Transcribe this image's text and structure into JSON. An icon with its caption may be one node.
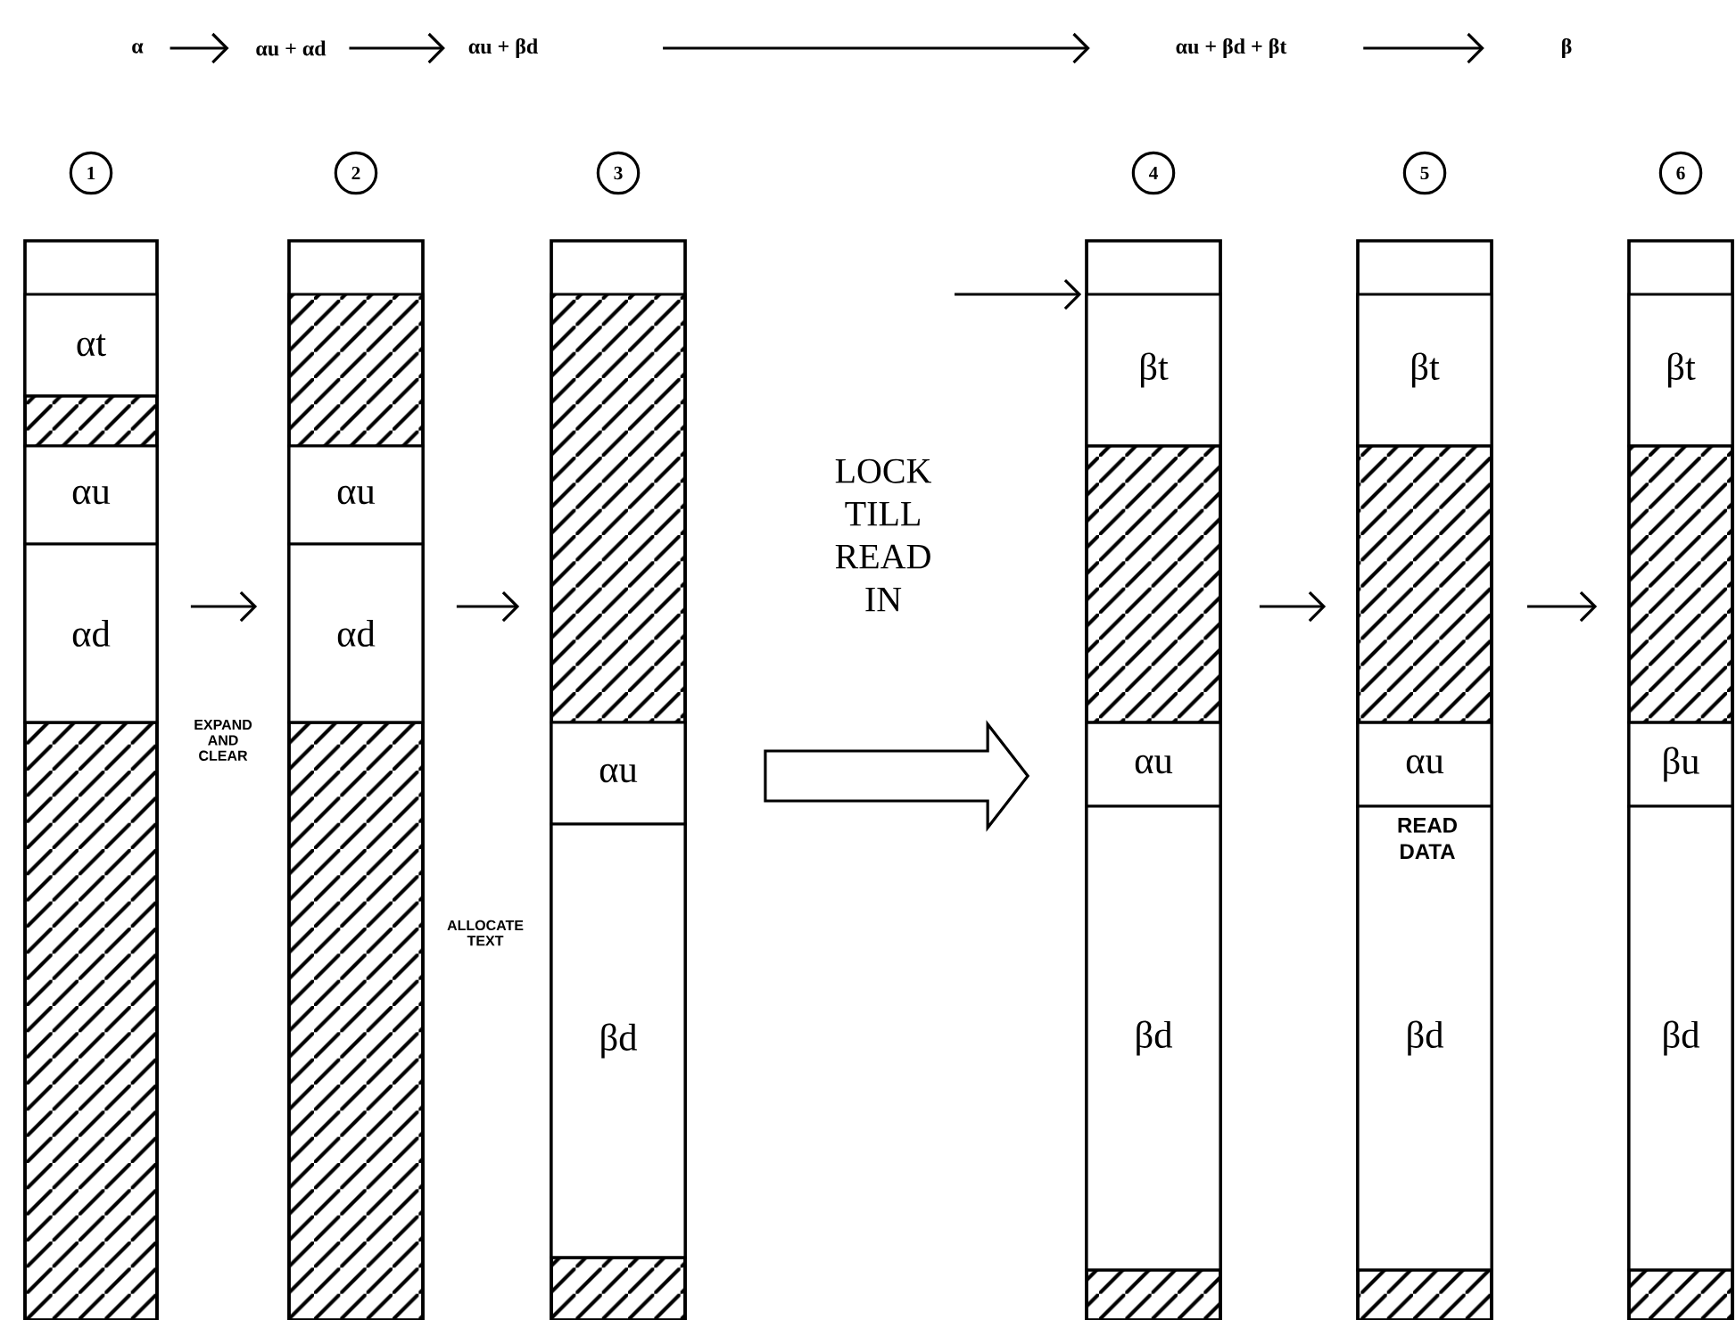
{
  "diagram": {
    "nodes": [
      {
        "text": [
          "α"
        ]
      },
      {
        "text": [
          "αu + αd"
        ]
      },
      {
        "text": [
          "αu + βd"
        ]
      },
      {
        "text": [
          "αu + βd + βt"
        ]
      },
      {
        "text": [
          "β"
        ]
      },
      {
        "text": [
          "1"
        ]
      },
      {
        "text": [],
        "shape": "bar"
      },
      {
        "text": [
          "αt"
        ],
        "in": 6
      },
      {
        "text": [],
        "shape": "box",
        "in": 6
      },
      {
        "text": [
          "αu"
        ],
        "in": 6
      },
      {
        "text": [
          "αd"
        ],
        "in": 6
      },
      {
        "text": [],
        "shape": "box",
        "in": 6
      },
      {
        "text": [
          "2"
        ]
      },
      {
        "text": [],
        "shape": "bar"
      },
      {
        "text": [],
        "shape": "box",
        "in": 13
      },
      {
        "text": [
          "αu"
        ],
        "in": 13
      },
      {
        "text": [
          "αd"
        ],
        "in": 13
      },
      {
        "text": [],
        "shape": "box",
        "in": 13
      },
      {
        "text": [
          "3"
        ]
      },
      {
        "text": [],
        "shape": "bar"
      },
      {
        "text": [],
        "shape": "box",
        "in": 19
      },
      {
        "text": [
          "αu"
        ],
        "in": 19
      },
      {
        "text": [
          "βd"
        ],
        "in": 19
      },
      {
        "text": [],
        "shape": "box",
        "in": 19
      },
      {
        "text": [
          "4"
        ]
      },
      {
        "text": [],
        "shape": "bar"
      },
      {
        "text": [
          "βt"
        ],
        "in": 25
      },
      {
        "text": [],
        "shape": "box",
        "in": 25
      },
      {
        "text": [
          "αu"
        ],
        "in": 25
      },
      {
        "text": [
          "βd"
        ],
        "in": 25
      },
      {
        "text": [],
        "shape": "box",
        "in": 25
      },
      {
        "text": [
          "5"
        ]
      },
      {
        "text": [],
        "shape": "bar"
      },
      {
        "text": [
          "βt"
        ],
        "in": 32
      },
      {
        "text": [],
        "shape": "box",
        "in": 32
      },
      {
        "text": [
          "αu"
        ],
        "in": 32
      },
      {
        "text": [
          "βd"
        ],
        "in": 32
      },
      {
        "text": [],
        "shape": "box",
        "in": 32
      },
      {
        "text": [
          "6"
        ]
      },
      {
        "text": [],
        "shape": "bar"
      },
      {
        "text": [
          "βt"
        ],
        "in": 39
      },
      {
        "text": [],
        "shape": "box",
        "in": 39
      },
      {
        "text": [
          "βu"
        ],
        "in": 39
      },
      {
        "text": [
          "βd"
        ],
        "in": 39
      },
      {
        "text": [],
        "shape": "box",
        "in": 39
      }
    ],
    "edges": [
      {
        "from": 0,
        "to": 1,
        "arrow": "to"
      },
      {
        "from": 1,
        "to": 2,
        "arrow": "to"
      },
      {
        "from": 2,
        "to": 3,
        "arrow": "to"
      },
      {
        "from": 3,
        "to": 4,
        "arrow": "to"
      },
      {
        "from": 6,
        "to": 13,
        "arrow": "to"
      },
      {
        "from": 13,
        "to": 19,
        "arrow": "to"
      },
      {
        "from": 19,
        "to": 25,
        "arrow": "to",
        "label": "LOCK TILL READ IN",
        "style": "thick"
      },
      {
        "from": null,
        "to": 25,
        "arrow": "to"
      },
      {
        "from": 25,
        "to": 32,
        "arrow": "to"
      },
      {
        "from": 32,
        "to": 39,
        "arrow": "to"
      }
    ],
    "labels": [
      "EXPAND AND CLEAR",
      "READ DATA",
      "ALLOCATE TEXT"
    ]
  }
}
